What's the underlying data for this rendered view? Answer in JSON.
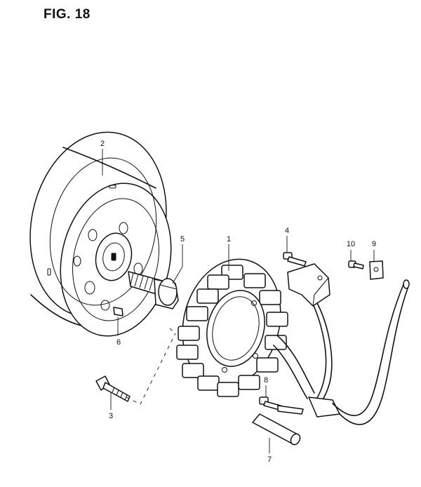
{
  "figure": {
    "title": "FIG. 18"
  },
  "callouts": [
    {
      "id": "1",
      "label": "1"
    },
    {
      "id": "2",
      "label": "2"
    },
    {
      "id": "3",
      "label": "3"
    },
    {
      "id": "4",
      "label": "4"
    },
    {
      "id": "5",
      "label": "5"
    },
    {
      "id": "6",
      "label": "6"
    },
    {
      "id": "7",
      "label": "7"
    },
    {
      "id": "8",
      "label": "8"
    },
    {
      "id": "9",
      "label": "9"
    },
    {
      "id": "10",
      "label": "10"
    }
  ]
}
